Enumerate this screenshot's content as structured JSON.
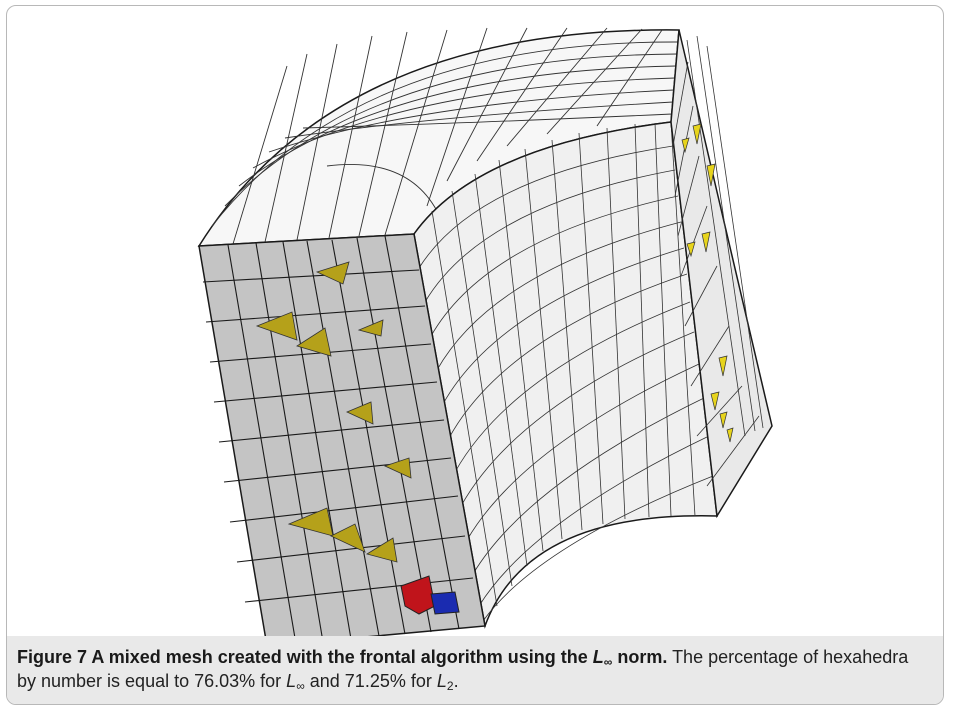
{
  "figure": {
    "label": "Figure 7",
    "title_prefix": "A mixed mesh created with the frontal algorithm using the",
    "title_symbol": "L",
    "title_subscript": "∞",
    "title_suffix": "norm.",
    "body_part1": "The percentage of hexahedra by number is equal to 76.03% for",
    "linf_symbol": "L",
    "linf_subscript": "∞",
    "body_part2": "and 71.25% for",
    "l2_symbol": "L",
    "l2_subscript": "2",
    "body_end": "."
  },
  "colors": {
    "front_face": "#c4c4c4",
    "inner_face": "#f2f2f2",
    "right_face": "#ececec",
    "mesh_lines": "#1a1a1a",
    "tetra_yellow": "#b5a11a",
    "bright_yellow": "#e7d41c",
    "red_element": "#c0141b",
    "blue_element": "#1a2bb0",
    "caption_background": "#e9e9e9"
  }
}
